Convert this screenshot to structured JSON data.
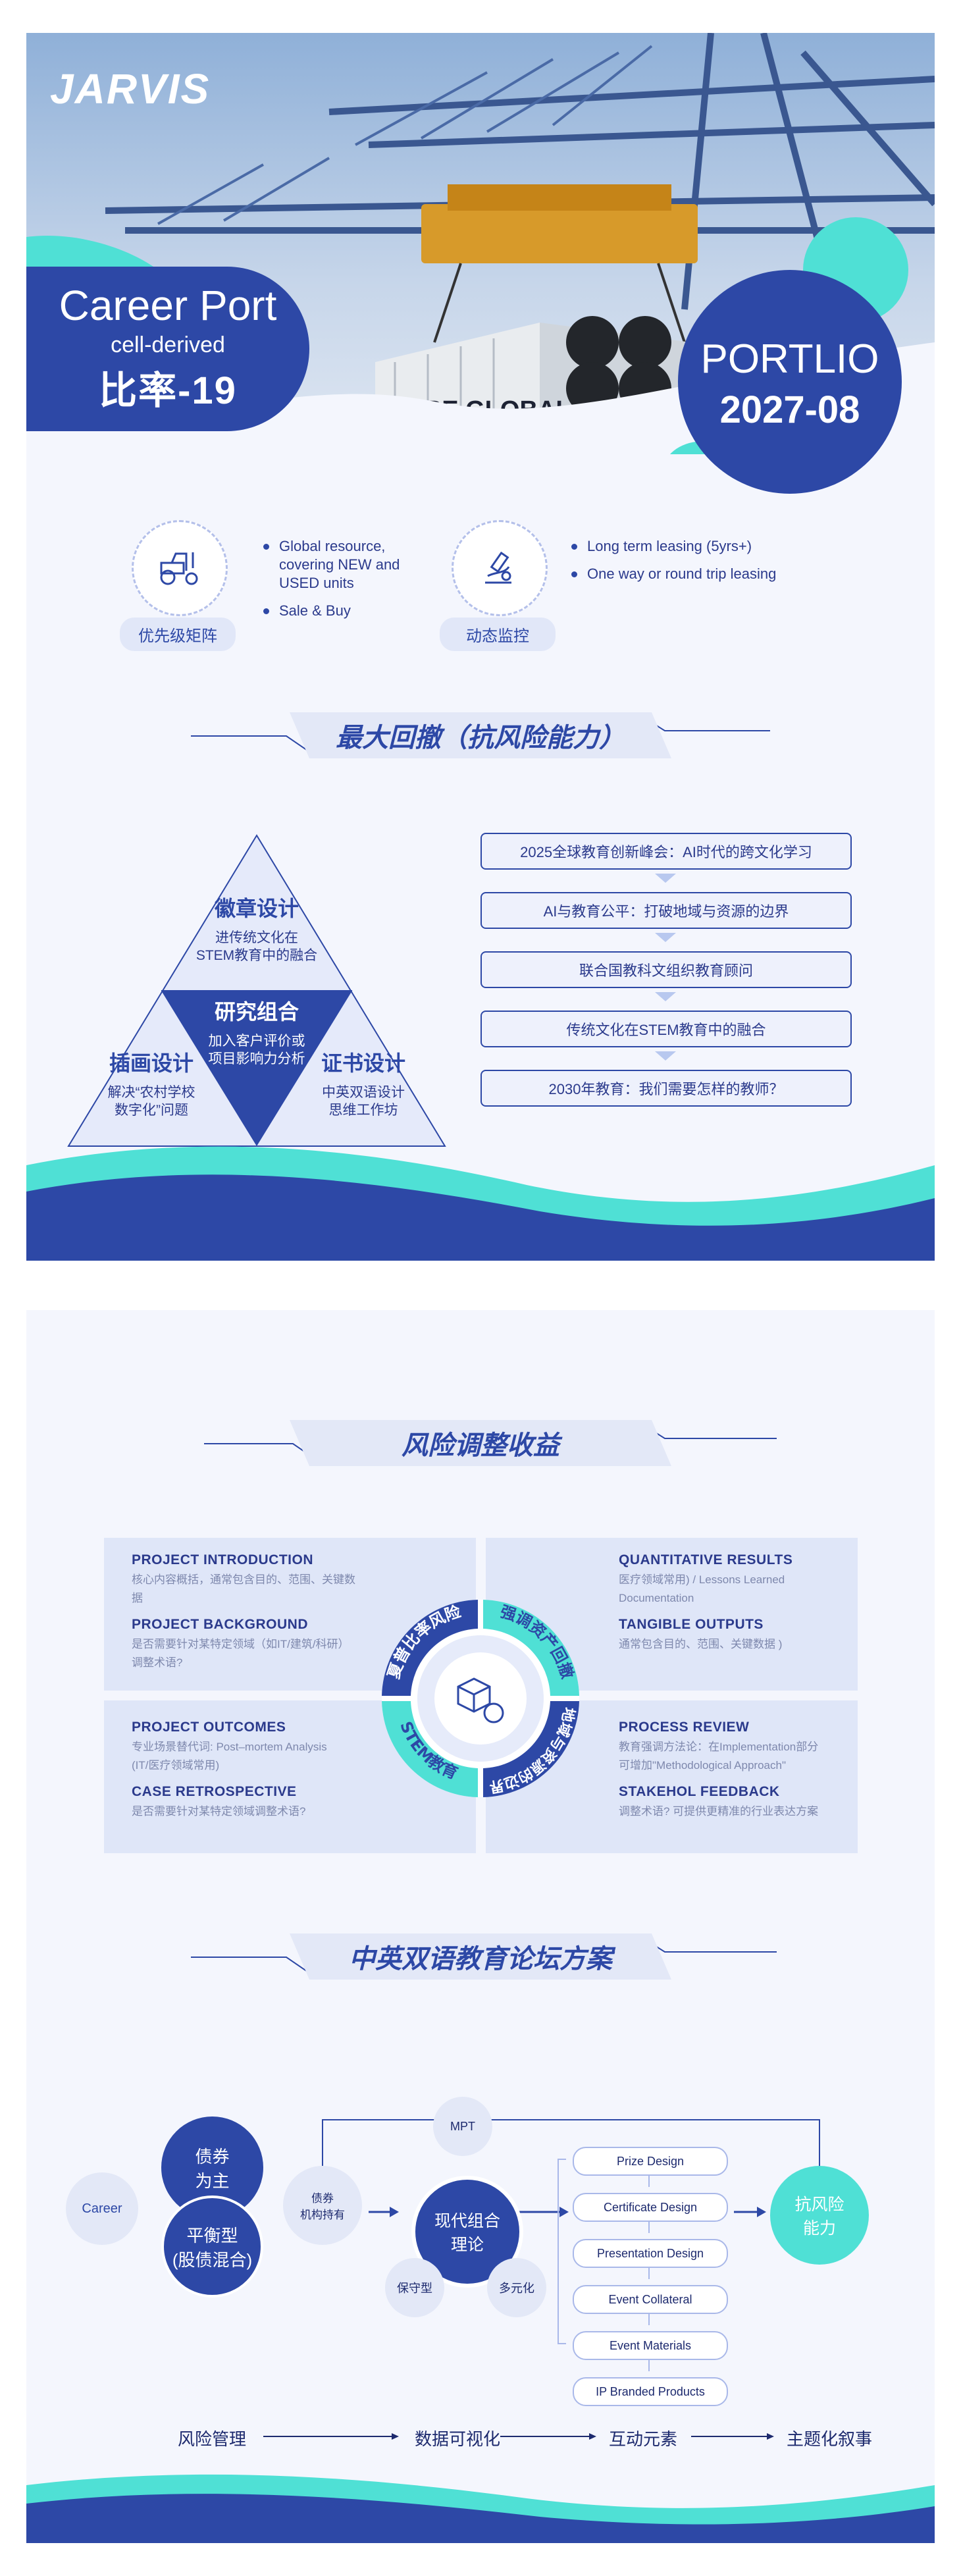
{
  "brand": "JARVIS",
  "hero": {
    "left_line1": "Career Port",
    "left_line2": "cell-derived",
    "left_line3": "比率-19",
    "right_line1": "PORTLIO",
    "right_line2": "2027-08",
    "photo_text": "TIRE GLOBAL"
  },
  "features": [
    {
      "icon": "tractor-icon",
      "tag": "优先级矩阵",
      "items": [
        "Global resource, covering NEW and USED units",
        "Sale & Buy"
      ]
    },
    {
      "icon": "microscope-icon",
      "tag": "动态监控",
      "items": [
        "Long term leasing (5yrs+)",
        "One way or round trip leasing"
      ]
    }
  ],
  "section1": {
    "title": "最大回撤（抗风险能力）",
    "pyramid": {
      "top": {
        "title": "徽章设计",
        "sub": [
          "进传统文化在",
          "STEM教育中的融合"
        ]
      },
      "middle": {
        "title": "研究组合",
        "sub": [
          "加入客户评价或",
          "项目影响力分析"
        ]
      },
      "left": {
        "title": "插画设计",
        "sub": [
          "解决“农村学校",
          "数字化”问题"
        ]
      },
      "right": {
        "title": "证书设计",
        "sub": [
          "中英双语设计",
          "思维工作坊"
        ]
      }
    },
    "flow": [
      "2025全球教育创新峰会：AI时代的跨文化学习",
      "AI与教育公平：打破地域与资源的边界",
      "联合国教科文组织教育顾问",
      "传统文化在STEM教育中的融合",
      "2030年教育：我们需要怎样的教师？"
    ]
  },
  "section2": {
    "title": "风险调整收益",
    "left_top": [
      {
        "h": "PROJECT INTRODUCTION",
        "s": [
          "核心内容概括，通常包含目的、范围、关键数",
          "据"
        ]
      },
      {
        "h": "PROJECT BACKGROUND",
        "s": [
          "是否需要针对某特定领域（如IT/建筑/科研）",
          "调整术语?"
        ]
      }
    ],
    "left_bottom": [
      {
        "h": "PROJECT OUTCOMES",
        "s": [
          "专业场景替代词: Post–mortem Analysis",
          "(IT/医疗领域常用)"
        ]
      },
      {
        "h": "CASE RETROSPECTIVE",
        "s": [
          "是否需要针对某特定领域调整术语?"
        ]
      }
    ],
    "right_top": [
      {
        "h": "QUANTITATIVE RESULTS",
        "s": [
          "医疗领域常用) / Lessons Learned",
          "Documentation"
        ]
      },
      {
        "h": "TANGIBLE OUTPUTS",
        "s": [
          "通常包含目的、范围、关键数据 )"
        ]
      }
    ],
    "right_bottom": [
      {
        "h": "PROCESS REVIEW",
        "s": [
          "教育强调方法论：在Implementation部分",
          "可增加\"Methodological Approach\""
        ]
      },
      {
        "h": "STAKEHOL FEEDBACK",
        "s": [
          "调整术语? 可提供更精准的行业表达方案"
        ]
      }
    ],
    "ring": [
      "夏普比率风险",
      "强调资产回撤",
      "地域与资源的边界",
      "STEM教育"
    ]
  },
  "section3": {
    "title": "中英双语教育论坛方案",
    "nodes": {
      "career": "Career",
      "bond_main": [
        "债券",
        "为主"
      ],
      "balanced": [
        "平衡型",
        "(股债混合)"
      ],
      "bond_holder": [
        "债券",
        "机构持有"
      ],
      "mpt": "MPT",
      "portfolio": [
        "现代组合",
        "理论"
      ],
      "conservative": "保守型",
      "diversified": "多元化",
      "anti_risk": [
        "抗风险",
        "能力"
      ]
    },
    "pills": [
      "Prize Design",
      "Certificate Design",
      "Presentation Design",
      "Event Collateral",
      "Event Materials",
      "IP Branded Products"
    ],
    "bottom": [
      "风险管理",
      "数据可视化",
      "互动元素",
      "主题化叙事"
    ]
  },
  "colors": {
    "primary": "#2d48a6",
    "teal": "#4fe0d5",
    "bg": "#f4f6fd"
  }
}
